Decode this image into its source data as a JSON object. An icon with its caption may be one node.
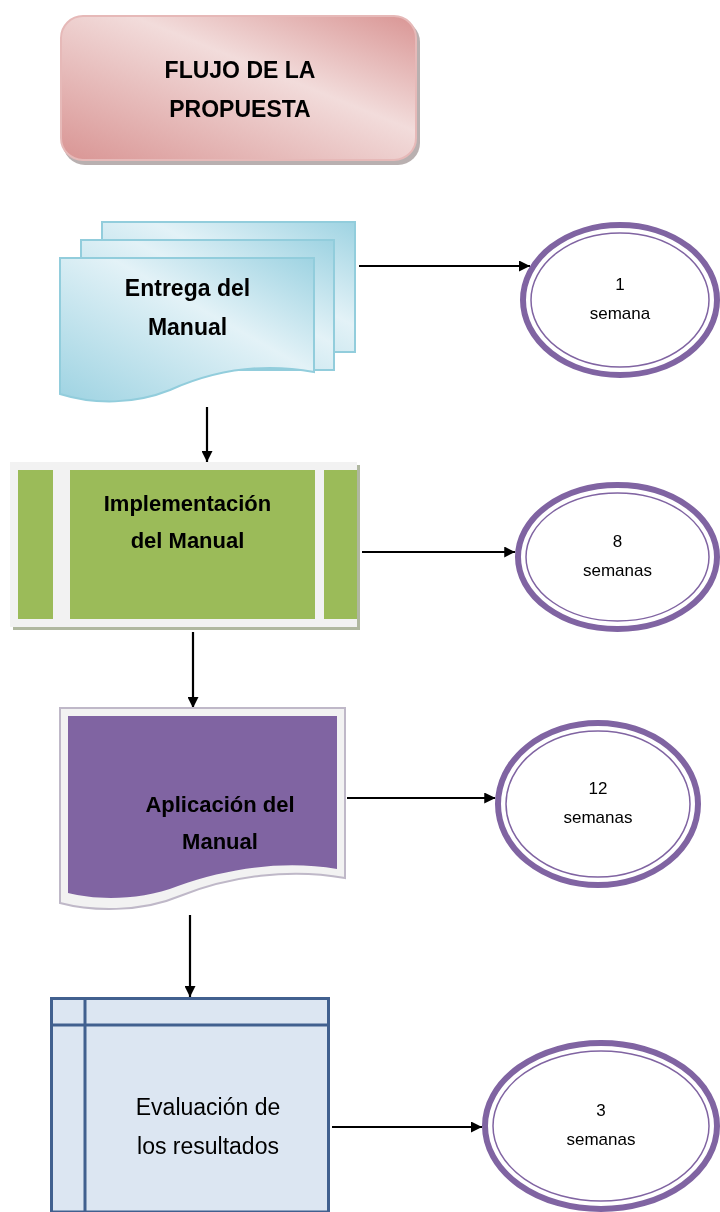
{
  "diagram": {
    "nodes": [
      {
        "text": [
          "FLUJO DE LA PROPUESTA"
        ]
      },
      {
        "text": [
          "Entrega del Manual"
        ]
      },
      {
        "text": [
          "1 semana"
        ]
      },
      {
        "text": [
          "Implementación del Manual"
        ]
      },
      {
        "text": [
          "8 semanas"
        ]
      },
      {
        "text": [
          "Aplicación del Manual"
        ]
      },
      {
        "text": [
          "12 semanas"
        ]
      },
      {
        "text": [
          "Evaluación de los resultados"
        ]
      },
      {
        "text": [
          "3 semanas"
        ]
      }
    ],
    "edges": [
      {
        "from": 1,
        "to": 2,
        "arrow": "to"
      },
      {
        "from": 1,
        "to": 3,
        "arrow": "to"
      },
      {
        "from": 3,
        "to": 4,
        "arrow": "to"
      },
      {
        "from": 3,
        "to": 5,
        "arrow": "to"
      },
      {
        "from": 5,
        "to": 6,
        "arrow": "to"
      },
      {
        "from": 5,
        "to": 7,
        "arrow": "to"
      },
      {
        "from": 7,
        "to": 8,
        "arrow": "to"
      }
    ]
  }
}
